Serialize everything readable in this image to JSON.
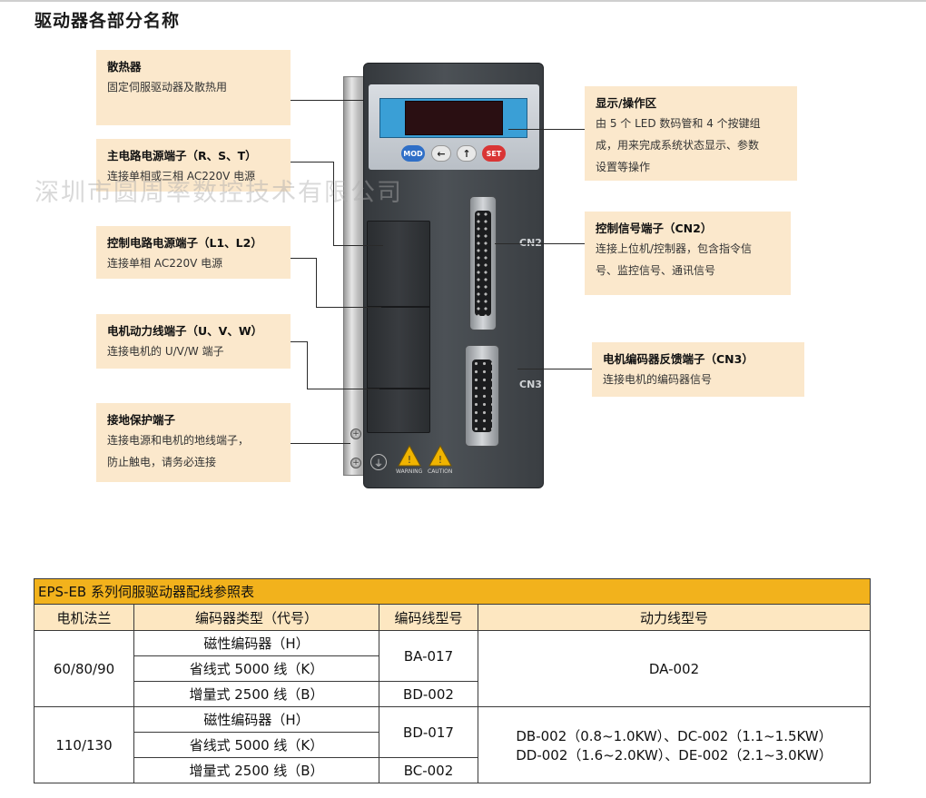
{
  "page_title": "驱动器各部分名称",
  "watermark": "深圳市圆周率数控技术有限公司",
  "callouts": {
    "heatsink": {
      "title": "散热器",
      "desc": "固定伺服驱动器及散热用"
    },
    "main_power": {
      "title": "主电路电源端子（R、S、T）",
      "desc": "连接单相或三相 AC220V 电源"
    },
    "control_power": {
      "title": "控制电路电源端子（L1、L2）",
      "desc": "连接单相 AC220V 电源"
    },
    "motor_power": {
      "title": "电机动力线端子（U、V、W）",
      "desc": "连接电机的 U/V/W 端子"
    },
    "ground": {
      "title": "接地保护端子",
      "desc1": "连接电源和电机的地线端子，",
      "desc2": "防止触电，请务必连接"
    },
    "display": {
      "title": "显示/操作区",
      "desc1": "由 5 个 LED 数码管和 4 个按键组",
      "desc2": "成，用来完成系统状态显示、参数",
      "desc3": "设置等操作"
    },
    "cn2": {
      "title": "控制信号端子（CN2）",
      "desc1": "连接上位机/控制器，包含指令信",
      "desc2": "号、监控信号、通讯信号"
    },
    "cn3": {
      "title": "电机编码器反馈端子（CN3）",
      "desc": "连接电机的编码器信号"
    }
  },
  "device": {
    "keys": {
      "mod": "MOD",
      "left": "←",
      "up": "↑",
      "set": "SET"
    },
    "cn2_label": "CN2",
    "cn3_label": "CN3",
    "warning": "WARNING",
    "caution": "CAUTION"
  },
  "table": {
    "caption": "EPS-EB 系列伺服驱动器配线参照表",
    "headers": [
      "电机法兰",
      "编码器类型（代号）",
      "编码线型号",
      "动力线型号"
    ],
    "group1": {
      "flange": "60/80/90",
      "encoders": [
        "磁性编码器（H）",
        "省线式 5000 线（K）",
        "增量式 2500 线（B）"
      ],
      "encoder_cable_a": "BA-017",
      "encoder_cable_b": "BD-002",
      "power_cable": "DA-002"
    },
    "group2": {
      "flange": "110/130",
      "encoders": [
        "磁性编码器（H）",
        "省线式 5000 线（K）",
        "增量式 2500 线（B）"
      ],
      "encoder_cable_a": "BD-017",
      "encoder_cable_b": "BC-002",
      "power_cable_line1": "DB-002（0.8~1.0KW）、DC-002（1.1~1.5KW）",
      "power_cable_line2": "DD-002（1.6~2.0KW）、DE-002（2.1~3.0KW）"
    }
  }
}
